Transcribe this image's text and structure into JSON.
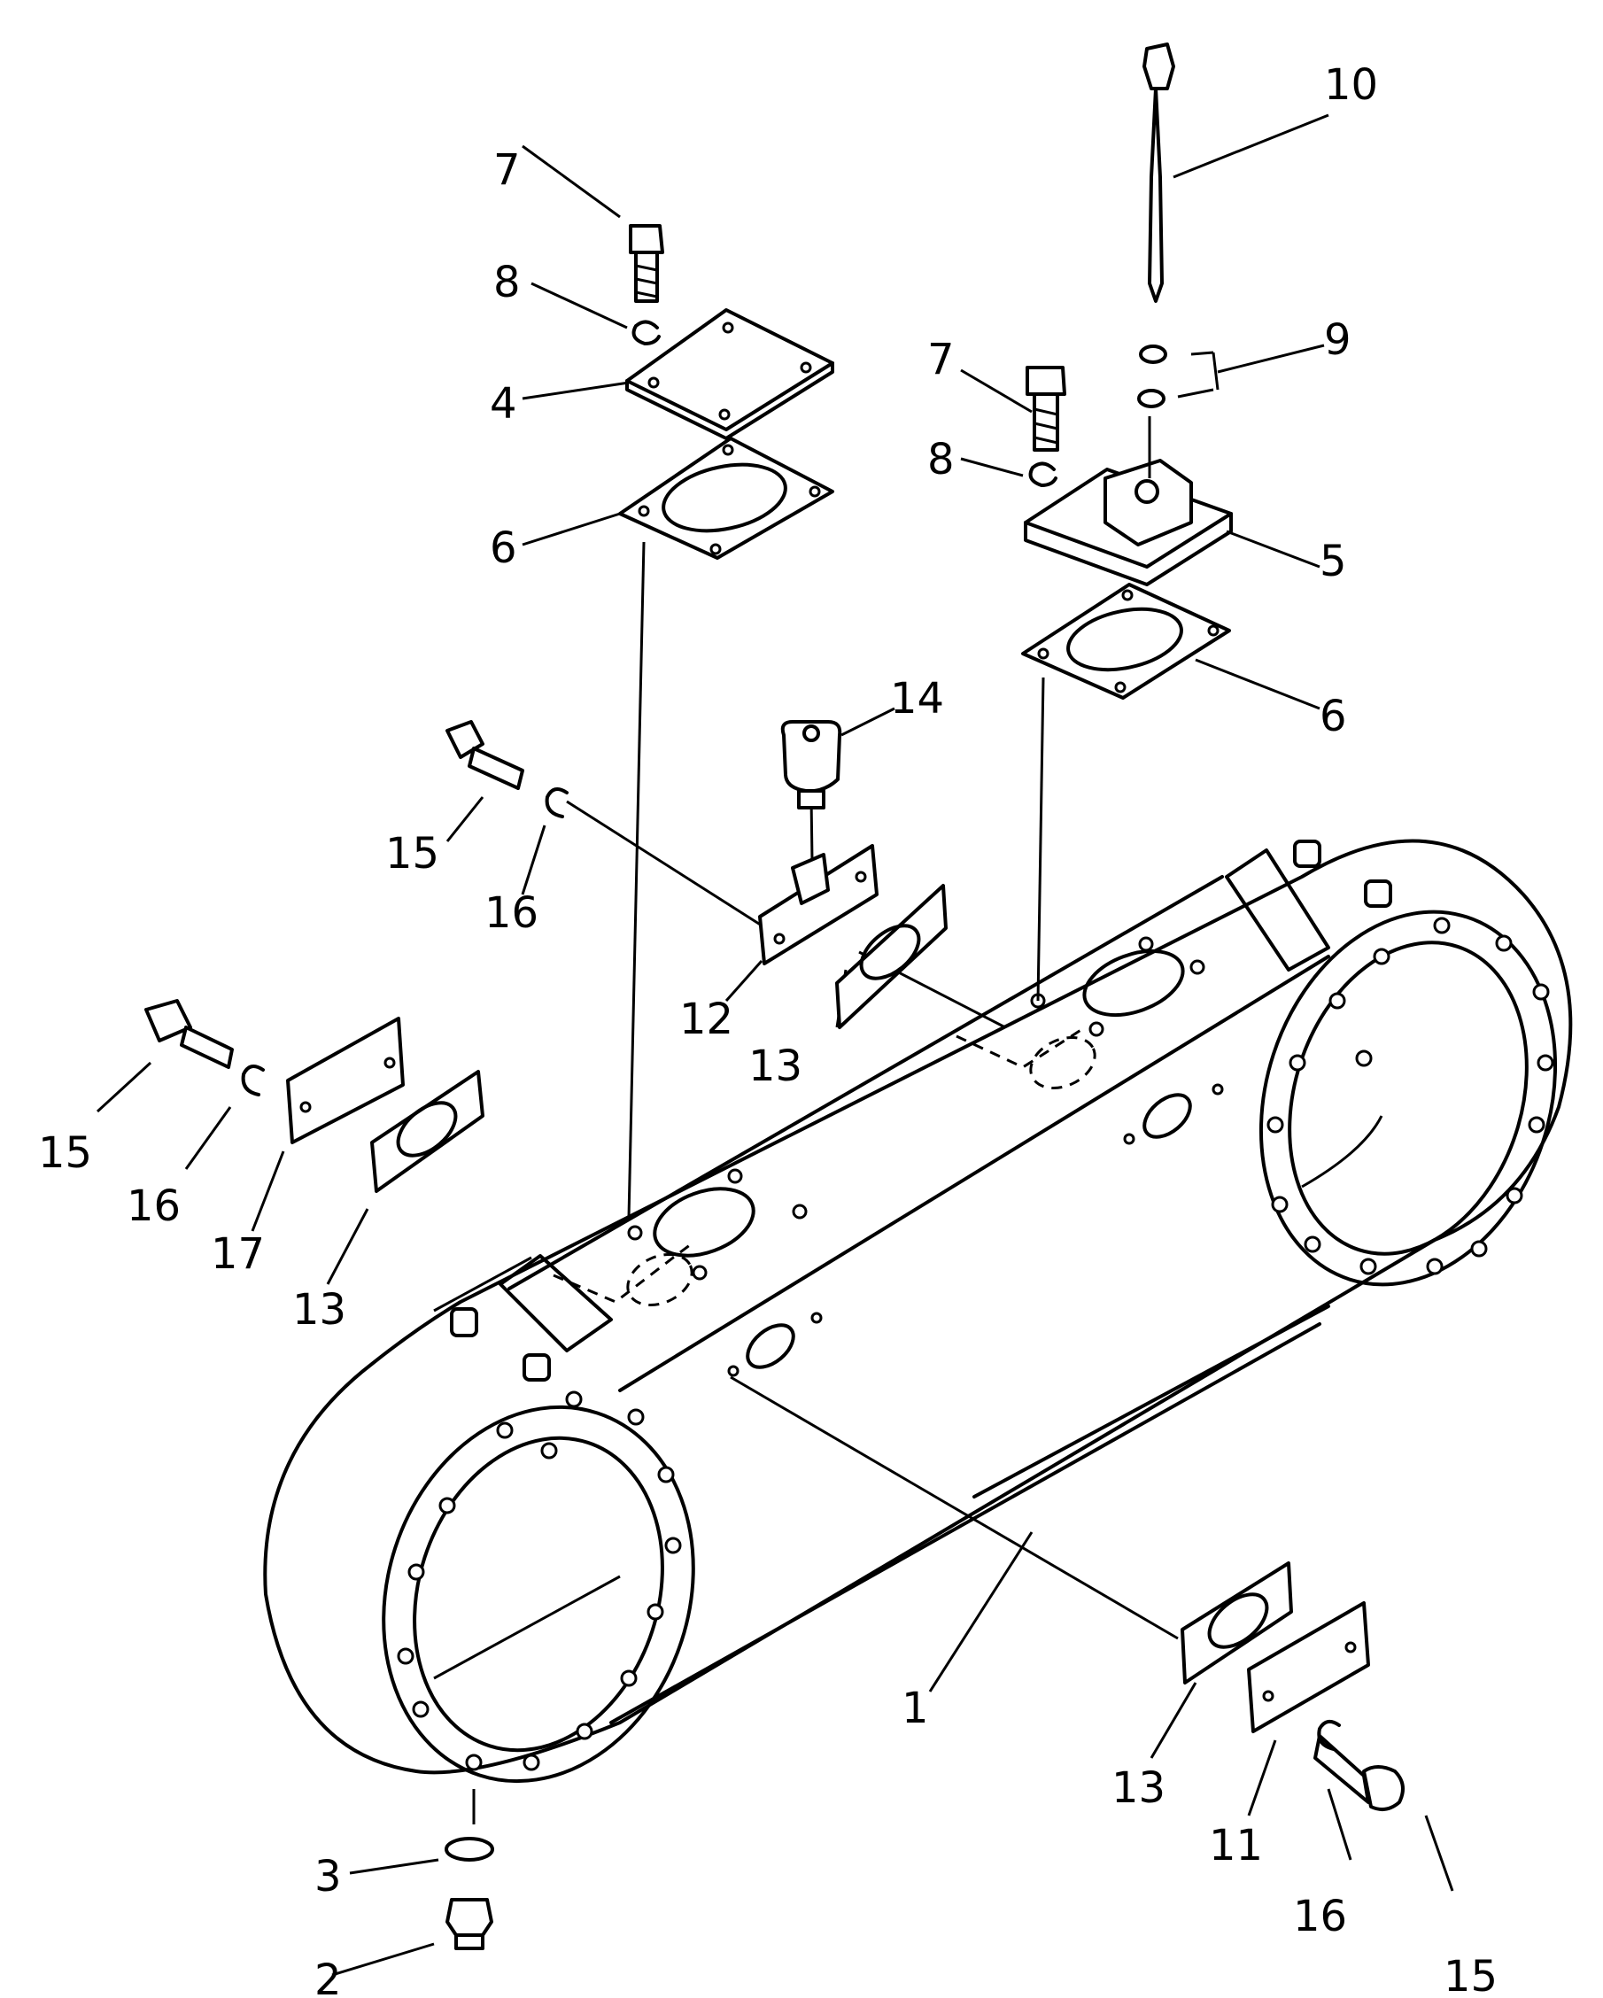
{
  "callouts": {
    "c1": "1",
    "c2": "2",
    "c3": "3",
    "c4": "4",
    "c5": "5",
    "c6a": "6",
    "c6b": "6",
    "c7a": "7",
    "c7b": "7",
    "c8a": "8",
    "c8b": "8",
    "c9": "9",
    "c10": "10",
    "c11": "11",
    "c12": "12",
    "c13a": "13",
    "c13b": "13",
    "c13c": "13",
    "c14": "14",
    "c15a": "15",
    "c15b": "15",
    "c15c": "15",
    "c16a": "16",
    "c16b": "16",
    "c16c": "16",
    "c17": "17"
  }
}
